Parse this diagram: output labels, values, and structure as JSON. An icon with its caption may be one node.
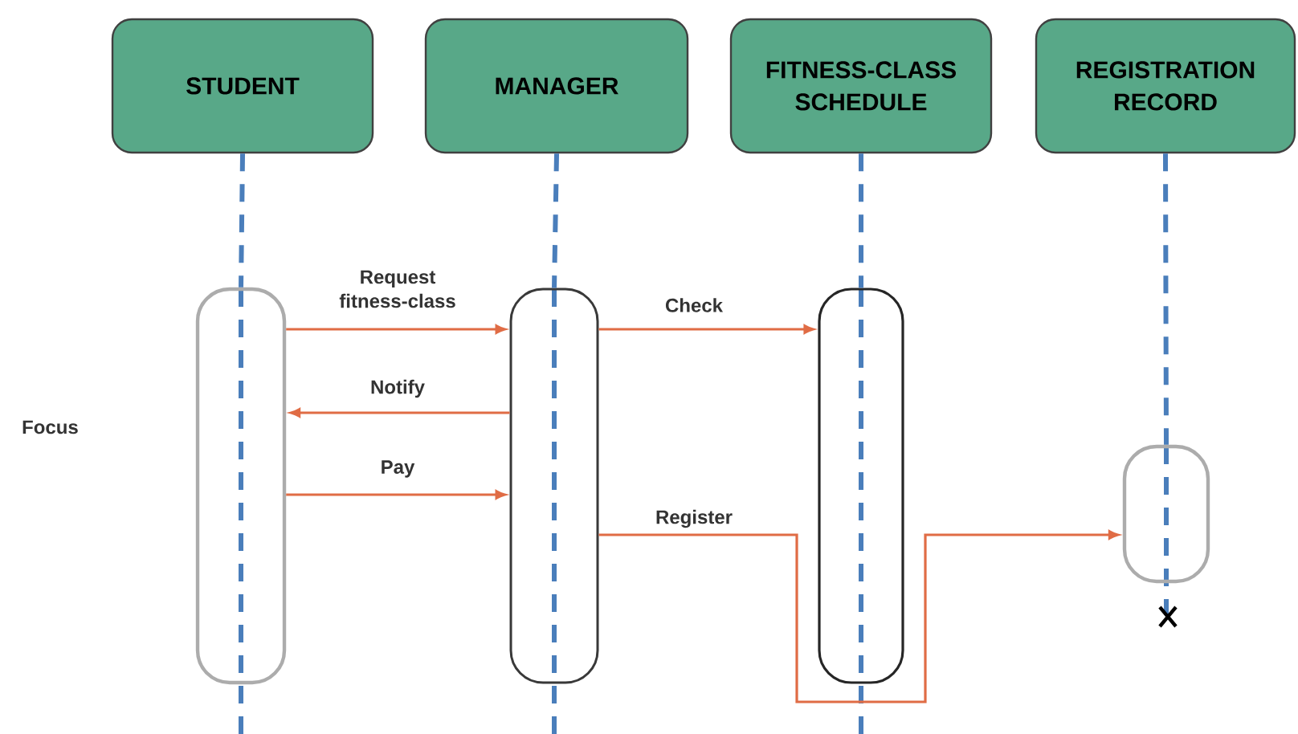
{
  "diagram": {
    "nodes": [
      {
        "text": [
          "STUDENT"
        ]
      },
      {
        "text": [
          "MANAGER"
        ]
      },
      {
        "text": [
          "FITNESS-CLASS SCHEDULE"
        ]
      },
      {
        "text": [
          "REGISTRATION RECORD"
        ]
      },
      {
        "text": [],
        "shape": "bar"
      },
      {
        "text": [],
        "shape": "bar"
      },
      {
        "text": [],
        "shape": "bar"
      },
      {
        "text": [],
        "shape": "bar"
      }
    ],
    "edges": [
      {
        "from": 0,
        "to": 4,
        "arrow": "none",
        "style": "dashed",
        "color": "#4a7ebb"
      },
      {
        "from": 1,
        "to": 5,
        "arrow": "none",
        "style": "dashed",
        "color": "#4a7ebb"
      },
      {
        "from": 2,
        "to": 6,
        "arrow": "none",
        "style": "dashed",
        "color": "#4a7ebb"
      },
      {
        "from": 3,
        "to": 7,
        "arrow": "none",
        "style": "dashed",
        "color": "#4a7ebb"
      },
      {
        "from": 4,
        "to": 5,
        "arrow": "to",
        "label": "Request fitness-class"
      },
      {
        "from": 5,
        "to": 6,
        "arrow": "to",
        "label": "Check"
      },
      {
        "from": 5,
        "to": 4,
        "arrow": "to",
        "label": "Notify"
      },
      {
        "from": 4,
        "to": 5,
        "arrow": "to",
        "label": "Pay"
      },
      {
        "from": 5,
        "to": 7,
        "arrow": "to",
        "label": "Register"
      }
    ],
    "labels": [
      "Focus"
    ]
  }
}
